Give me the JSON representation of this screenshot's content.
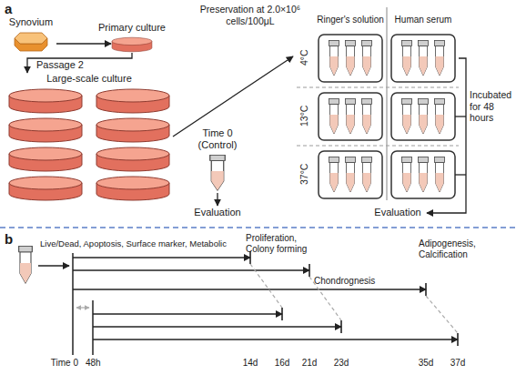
{
  "diagram": {
    "nodes": [
      {
        "text": [
          "Synovium"
        ]
      },
      {
        "text": [
          "Primary culture"
        ]
      },
      {
        "text": [
          "Large-scale culture"
        ]
      },
      {
        "text": [
          "Time 0 (Control)"
        ]
      },
      {
        "text": [
          "Evaluation"
        ]
      },
      {
        "text": [
          "Preservation at 2.0×10⁶ cells/100μL"
        ]
      },
      {
        "text": [
          "Evaluation"
        ]
      }
    ],
    "edges": [
      {
        "from": 0,
        "to": 1,
        "arrow": "to"
      },
      {
        "from": 1,
        "to": 2,
        "label": "Passage 2",
        "arrow": "to"
      },
      {
        "from": 2,
        "to": 5,
        "arrow": "to"
      },
      {
        "from": 3,
        "to": 4,
        "arrow": "to"
      },
      {
        "from": 5,
        "to": 6,
        "label": "Incubated for 48 hours",
        "arrow": "to"
      }
    ],
    "labels": [
      "a",
      "Ringer's solution",
      "Human serum",
      "4°C",
      "13°C",
      "37°C",
      "b",
      "Live/Dead, Apoptosis, Surface marker, Metabolic",
      "Proliferation, Colony forming",
      "Chondrognesis",
      "Adipogenesis, Calcification",
      "Time 0",
      "48h",
      "14d",
      "16d",
      "21d",
      "23d",
      "35d",
      "37d"
    ]
  }
}
